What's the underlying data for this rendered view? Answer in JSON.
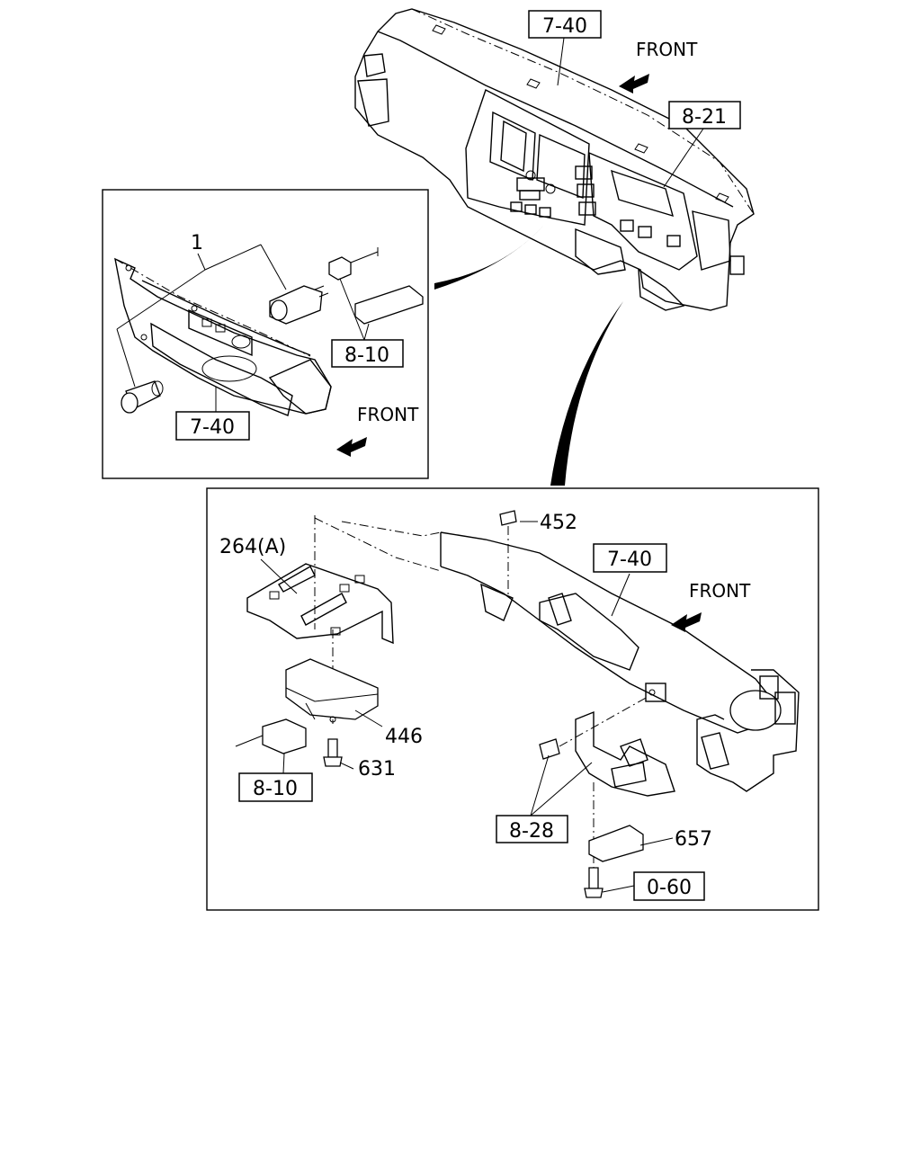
{
  "callouts": {
    "top_ref_7_40": "7-40",
    "top_ref_8_21": "8-21",
    "inset_part_1": "1",
    "inset_ref_8_10": "8-10",
    "inset_ref_7_40": "7-40",
    "lower_ref_264a": "264(A)",
    "lower_part_452": "452",
    "lower_ref_7_40": "7-40",
    "lower_part_446": "446",
    "lower_part_631": "631",
    "lower_ref_8_10": "8-10",
    "lower_ref_8_28": "8-28",
    "lower_part_657": "657",
    "lower_ref_0_60": "0-60"
  },
  "front_labels": {
    "top": "FRONT",
    "inset": "FRONT",
    "lower": "FRONT"
  },
  "icons": [
    "front-arrow-icon"
  ]
}
